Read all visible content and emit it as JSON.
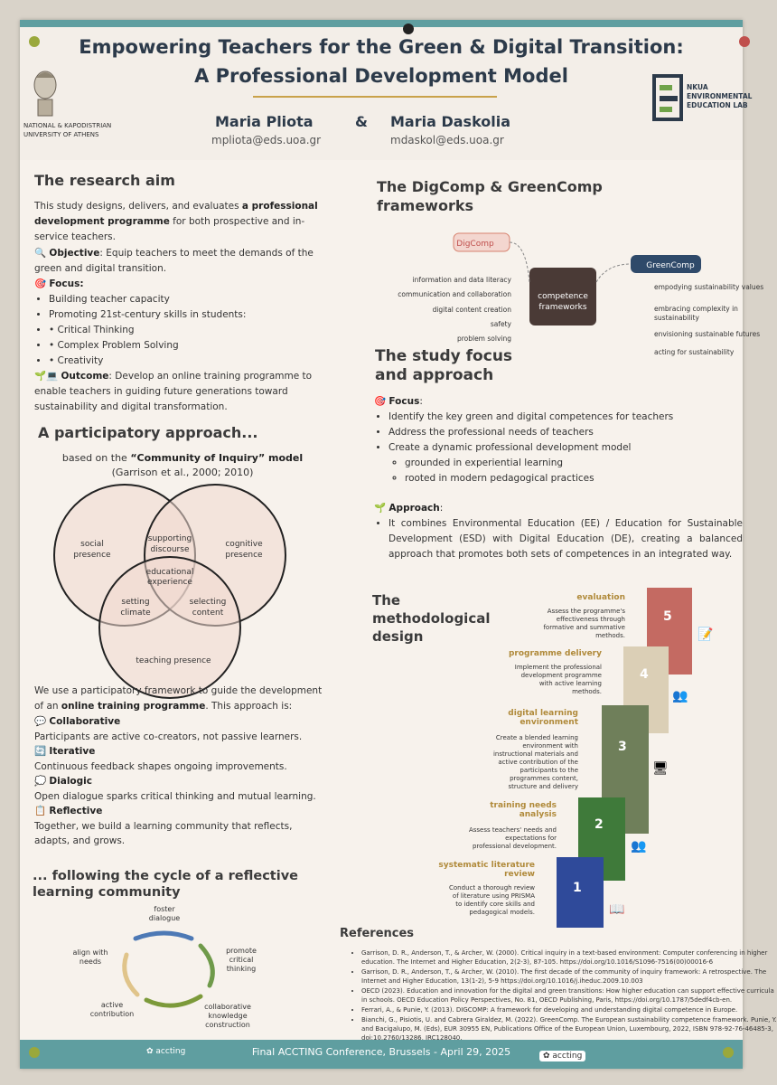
{
  "header": {
    "title_line1": "Empowering Teachers for the Green & Digital Transition:",
    "title_line2": "A Professional Development Model",
    "university_line1": "NATIONAL & KAPODISTRIAN",
    "university_line2": "UNIVERSITY OF ATHENS",
    "author1": "Maria Pliota",
    "ampersand": "&",
    "author2": "Maria Daskolia",
    "email1": "mpliota@eds.uoa.gr",
    "email2": "mdaskol@eds.uoa.gr",
    "lab_line1": "NKUA",
    "lab_line2": "ENVIRONMENTAL",
    "lab_line3": "EDUCATION LAB"
  },
  "research_aim": {
    "heading": "The research aim",
    "intro_a": "This study designs, delivers, and evaluates ",
    "intro_b": "a professional development programme",
    "intro_c": " for both prospective and in-service teachers.",
    "objective_label": "Objective",
    "objective_text": ": Equip teachers to meet the demands of the green and digital transition.",
    "focus_label": "Focus",
    "focus_items": [
      "Building teacher capacity",
      "Promoting 21st-century skills in students:",
      "• Critical Thinking",
      "• Complex Problem Solving",
      "• Creativity"
    ],
    "outcome_label": "Outcome",
    "outcome_text": ": Develop an online training programme to enable teachers in guiding future generations toward sustainability and digital transformation."
  },
  "participatory": {
    "heading": "A participatory approach...",
    "based_a": "based on the ",
    "based_b": "“Community of Inquiry” model",
    "citation": "(Garrison et al., 2000; 2010)",
    "venn": {
      "social": [
        "social",
        "presence"
      ],
      "cognitive": [
        "cognitive",
        "presence"
      ],
      "teaching": "teaching presence",
      "supporting": [
        "supporting",
        "discourse"
      ],
      "educational": [
        "educational",
        "experience"
      ],
      "setting": [
        "setting",
        "climate"
      ],
      "selecting": [
        "selecting",
        "content"
      ]
    },
    "framework_a": "We use a participatory framework to guide the development of an ",
    "framework_b": "online training programme",
    "framework_c": ". This approach is:",
    "items": [
      {
        "label": "Collaborative",
        "text": "Participants are active co-creators, not passive learners."
      },
      {
        "label": "Iterative",
        "text": "Continuous feedback shapes ongoing improvements."
      },
      {
        "label": "Dialogic",
        "text": "Open dialogue sparks critical thinking and mutual learning."
      },
      {
        "label": "Reflective",
        "text": "Together, we build a learning community that reflects, adapts, and grows."
      }
    ]
  },
  "cycle": {
    "heading_line1": "... following the cycle of a reflective",
    "heading_line2": "learning community",
    "foster": [
      "foster",
      "dialogue"
    ],
    "promote": [
      "promote",
      "critical",
      "thinking"
    ],
    "collab": [
      "collaborative",
      "knowledge",
      "construction"
    ],
    "active": [
      "active",
      "contribution"
    ],
    "align": [
      "align with",
      "needs"
    ]
  },
  "frameworks": {
    "heading_line1": "The DigComp & GreenComp",
    "heading_line2": "frameworks",
    "digcomp": "DigComp",
    "greencomp": "GreenComp",
    "center": [
      "competence",
      "frameworks"
    ],
    "dig_items": [
      "information and data literacy",
      "communication and collaboration",
      "digital content creation",
      "safety",
      "problem solving"
    ],
    "green_items": [
      "empodying sustainability values",
      "embracing complexity in",
      "sustainability",
      "envisioning sustainable futures",
      "acting for sustainability"
    ]
  },
  "study_focus": {
    "heading_line1": "The study focus",
    "heading_line2": "and approach",
    "focus_label": "Focus",
    "focus_items": [
      "Identify the key green and digital competences for teachers",
      "Address the professional needs of teachers",
      "Create a dynamic professional development model"
    ],
    "sub_items": [
      "grounded in experiential learning",
      "rooted in modern pedagogical practices"
    ],
    "approach_label": "Approach",
    "approach_text": "It combines Environmental Education (EE) / Education for Sustainable Development (ESD) with Digital Education (DE), creating a balanced approach that promotes both sets of competences in an integrated way."
  },
  "methodology": {
    "heading": [
      "The",
      "methodological",
      "design"
    ],
    "steps": [
      {
        "num": "1",
        "title": [
          "systematic literature",
          "review"
        ],
        "desc": [
          "Conduct a thorough review",
          "of literature using PRISMA",
          "to identify core skills and",
          "pedagogical models."
        ],
        "color": "#2f4a9a"
      },
      {
        "num": "2",
        "title": [
          "training needs",
          "analysis"
        ],
        "desc": [
          "Assess teachers' needs and",
          "expectations for",
          "professional development."
        ],
        "color": "#3f7a3a"
      },
      {
        "num": "3",
        "title": [
          "digital learning",
          "environment"
        ],
        "desc": [
          "Create a blended learning",
          "environment with",
          "instructional materials and",
          "active contribution of the",
          "participants to the",
          "programmes content,",
          "structure and delivery"
        ],
        "color": "#6f7f5a"
      },
      {
        "num": "4",
        "title": [
          "programme delivery"
        ],
        "desc": [
          "Implement the professional",
          "development programme",
          "with active learning",
          "methods."
        ],
        "color": "#d8c8a8"
      },
      {
        "num": "5",
        "title": [
          "evaluation"
        ],
        "desc": [
          "Assess the programme's",
          "effectiveness through",
          "formative and summative",
          "methods."
        ],
        "color": "#c46a62"
      }
    ]
  },
  "references": {
    "heading": "References",
    "items": [
      "Garrison, D. R., Anderson, T., & Archer, W. (2000). Critical inquiry in a text-based environment: Computer conferencing in higher education. The Internet and Higher Education, 2(2-3), 87-105. https://doi.org/10.1016/S1096-7516(00)00016-6",
      "Garrison, D. R., Anderson, T., & Archer, W. (2010). The first decade of the community of inquiry framework: A retrospective. The Internet and Higher Education, 13(1-2), 5-9 https://doi.org/10.1016/j.iheduc.2009.10.003",
      "OECD (2023). Education and innovation for the digital and green transitions: How higher education can support effective curricula in schools. OECD Education Policy Perspectives, No. 81, OECD Publishing, Paris, https://doi.org/10.1787/5dedf4cb-en.",
      "Ferrari, A., & Punie, Y. (2013). DIGCOMP: A framework for developing and understanding digital competence in Europe.",
      "Bianchi, G., Pisiotis, U. and Cabrera Giraldez, M. (2022). GreenComp. The European sustainability competence framework. Punie, Y. and Bacigalupo, M. (Eds), EUR 30955 EN, Publications Office of the European Union, Luxembourg, 2022, ISBN 978-92-76-46485-3, doi:10.2760/13286, JRC128040."
    ]
  },
  "footer": {
    "text": "Final ACCTING Conference, Brussels - April 29, 2025",
    "logo1": "accting",
    "logo2": "accting"
  }
}
